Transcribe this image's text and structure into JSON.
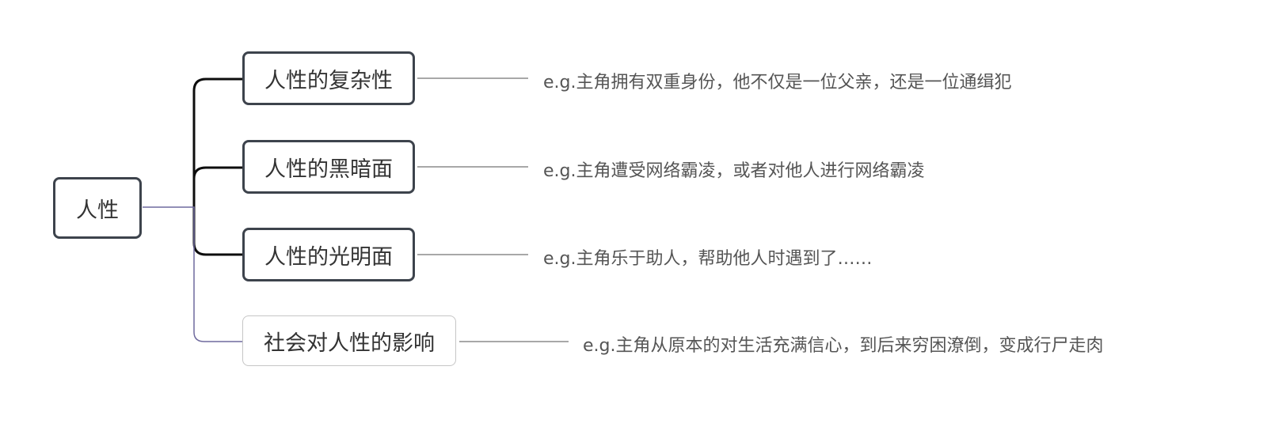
{
  "root": {
    "label": "人性"
  },
  "branches": [
    {
      "label": "人性的复杂性",
      "example": "e.g.主角拥有双重身份，他不仅是一位父亲，还是一位通缉犯",
      "style": "strong"
    },
    {
      "label": "人性的黑暗面",
      "example": "e.g.主角遭受网络霸凌，或者对他人进行网络霸凌",
      "style": "strong"
    },
    {
      "label": "人性的光明面",
      "example": "e.g.主角乐于助人，帮助他人时遇到了……",
      "style": "strong"
    },
    {
      "label": "社会对人性的影响",
      "example": "e.g.主角从原本的对生活充满信心，到后来穷困潦倒，变成行尸走肉",
      "style": "light"
    }
  ],
  "colors": {
    "strong_line": "#0d0d0d",
    "light_line": "#6f6a9e",
    "note_line": "#8c8c8c",
    "node_border": "#3d434c"
  }
}
